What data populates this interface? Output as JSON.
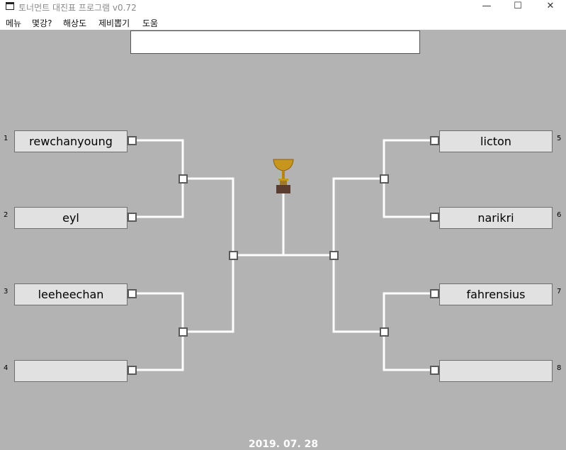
{
  "window": {
    "title": "토너먼트 대진표 프로그램 v0.72",
    "minimize": "—",
    "maximize": "☐",
    "close": "✕"
  },
  "menu": [
    "메뉴",
    "몇강?",
    "해상도",
    "제비뽑기",
    "도움"
  ],
  "top_input": {
    "value": ""
  },
  "players": [
    {
      "num": "1",
      "name": "rewchanyoung"
    },
    {
      "num": "2",
      "name": "eyl"
    },
    {
      "num": "3",
      "name": "leeheechan"
    },
    {
      "num": "4",
      "name": ""
    },
    {
      "num": "5",
      "name": "licton"
    },
    {
      "num": "6",
      "name": "narikri"
    },
    {
      "num": "7",
      "name": "fahrensius"
    },
    {
      "num": "8",
      "name": ""
    }
  ],
  "date": "2019. 07. 28"
}
